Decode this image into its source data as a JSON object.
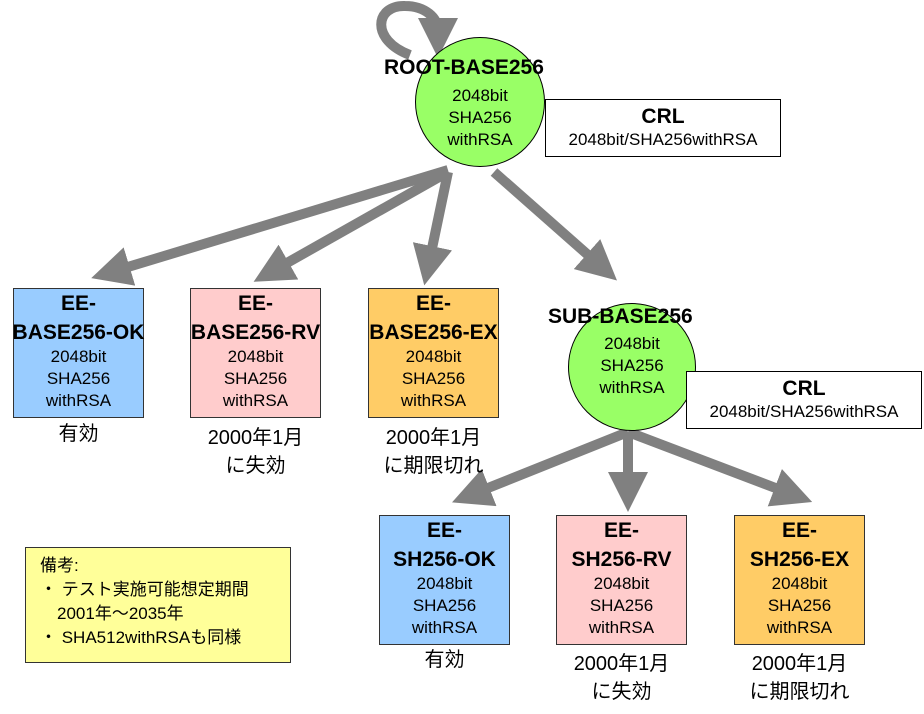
{
  "colors": {
    "arrow": "#808080",
    "ca_fill": "#99ff66",
    "ok_fill": "#99ccff",
    "revoked_fill": "#ffcccc",
    "expired_fill": "#ffcc66",
    "note_fill": "#ffff99"
  },
  "root": {
    "title": "ROOT-BASE256",
    "lines": [
      "2048bit",
      "SHA256",
      "withRSA"
    ],
    "crl": {
      "title": "CRL",
      "detail": "2048bit/SHA256withRSA"
    }
  },
  "sub": {
    "title": "SUB-BASE256",
    "lines": [
      "2048bit",
      "SHA256",
      "withRSA"
    ],
    "crl": {
      "title": "CRL",
      "detail": "2048bit/SHA256withRSA"
    }
  },
  "base_certs": [
    {
      "title1": "EE-",
      "title2": "BASE256-OK",
      "lines": [
        "2048bit",
        "SHA256",
        "withRSA"
      ],
      "status1": "有効",
      "status2": ""
    },
    {
      "title1": "EE-",
      "title2": "BASE256-RV",
      "lines": [
        "2048bit",
        "SHA256",
        "withRSA"
      ],
      "status1": "2000年1月",
      "status2": "に失効"
    },
    {
      "title1": "EE-",
      "title2": "BASE256-EX",
      "lines": [
        "2048bit",
        "SHA256",
        "withRSA"
      ],
      "status1": "2000年1月",
      "status2": "に期限切れ"
    }
  ],
  "sub_certs": [
    {
      "title1": "EE-",
      "title2": "SH256-OK",
      "lines": [
        "2048bit",
        "SHA256",
        "withRSA"
      ],
      "status1": "有効",
      "status2": ""
    },
    {
      "title1": "EE-",
      "title2": "SH256-RV",
      "lines": [
        "2048bit",
        "SHA256",
        "withRSA"
      ],
      "status1": "2000年1月",
      "status2": "に失効"
    },
    {
      "title1": "EE-",
      "title2": "SH256-EX",
      "lines": [
        "2048bit",
        "SHA256",
        "withRSA"
      ],
      "status1": "2000年1月",
      "status2": "に期限切れ"
    }
  ],
  "note": {
    "heading": "備考:",
    "items": [
      "・ テスト実施可能想定期間",
      "　2001年～2035年",
      "・ SHA512withRSAも同様"
    ]
  }
}
